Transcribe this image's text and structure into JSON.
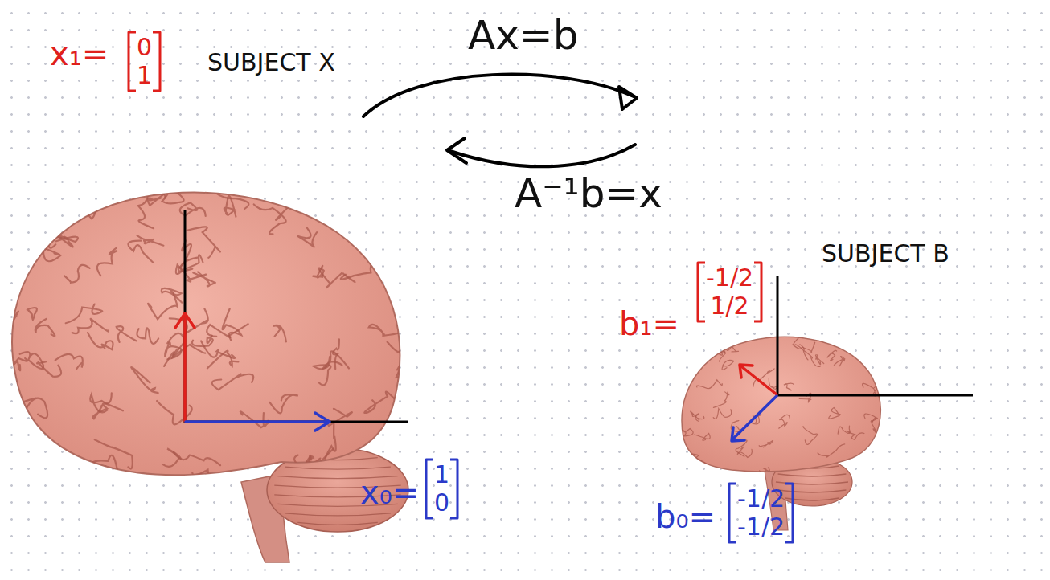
{
  "diagram": {
    "labels": [
      "Ax=b",
      "A⁻¹b=x",
      "x₁=",
      "0",
      "1",
      "SUBJECT X",
      "x₀=",
      "1",
      "0",
      "b₁=",
      "-1/2",
      "1/2",
      "SUBJECT B",
      "b₀=",
      "-1/2",
      "-1/2"
    ]
  }
}
